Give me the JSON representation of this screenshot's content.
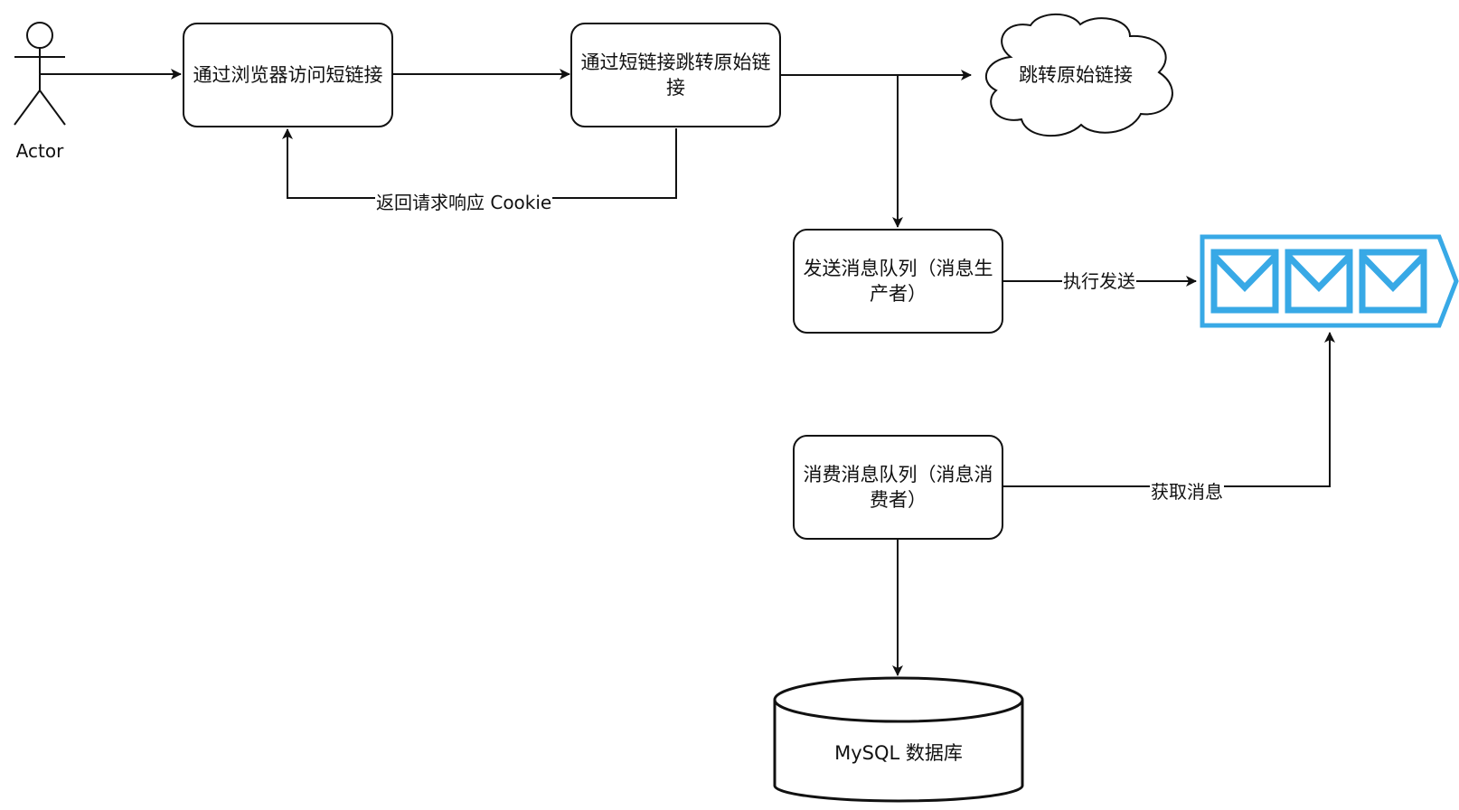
{
  "actor": {
    "label": "Actor"
  },
  "nodes": {
    "visit_short_link": "通过浏览器访问短链接",
    "redirect_original": "通过短链接跳转原始链接",
    "cloud_original": "跳转原始链接",
    "producer": "发送消息队列（消息生产者）",
    "consumer": "消费消息队列（消息消费者）",
    "database": "MySQL 数据库",
    "queue": ""
  },
  "edges": {
    "return_cookie": "返回请求响应 Cookie",
    "execute_send": "执行发送",
    "fetch_message": "获取消息"
  },
  "colors": {
    "stroke": "#111111",
    "queue_accent": "#38a9e6"
  },
  "icons": {
    "actor": "stick-figure-icon",
    "cloud": "cloud-shape",
    "database": "cylinder-database-icon",
    "queue": "message-queue-envelopes-icon"
  }
}
